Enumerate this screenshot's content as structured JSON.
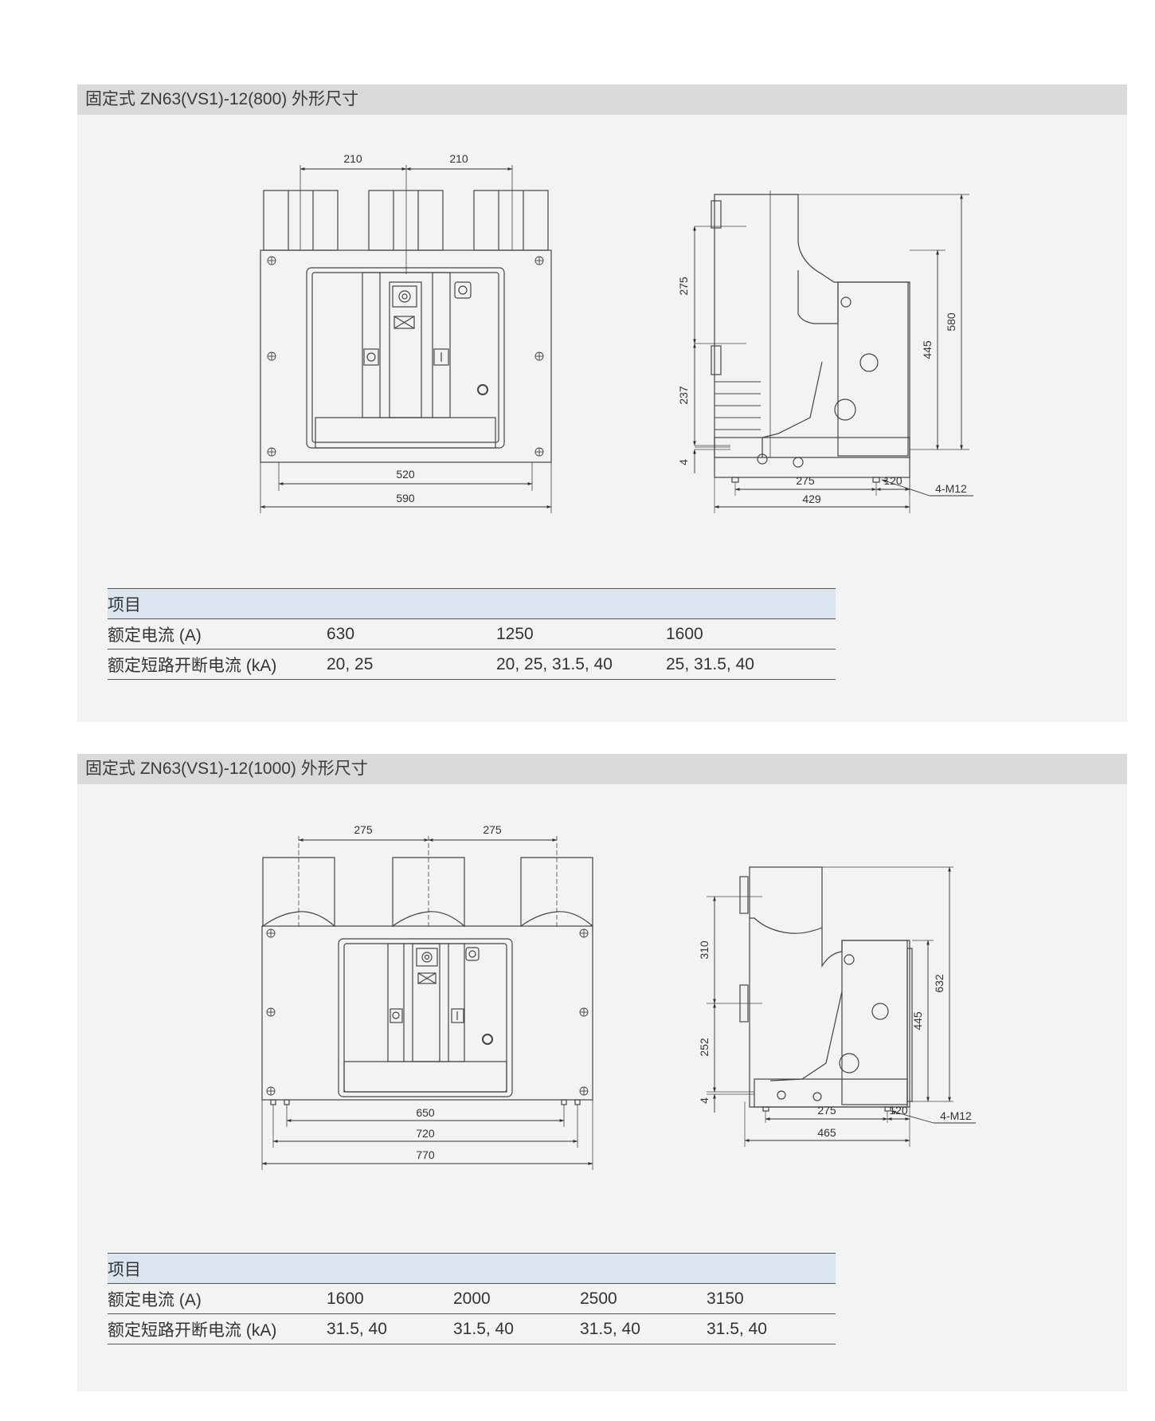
{
  "sections": [
    {
      "title": "固定式 ZN63(VS1)-12(800) 外形尺寸",
      "front": {
        "pitch_left": "210",
        "pitch_right": "210",
        "inner_width": "520",
        "outer_width": "590"
      },
      "side": {
        "upper_span": "275",
        "lower_span": "237",
        "base_offset": "4",
        "inner_height": "445",
        "overall_height": "580",
        "foot_span": "275",
        "foot_edge": "120",
        "overall_depth": "429",
        "bolt_note": "4-M12"
      },
      "table": {
        "header": "项目",
        "rows": [
          {
            "label": "额定电流 (A)",
            "values": [
              "630",
              "1250",
              "1600"
            ]
          },
          {
            "label": "额定短路开断电流 (kA)",
            "values": [
              "20, 25",
              "20, 25, 31.5, 40",
              "25, 31.5, 40"
            ]
          }
        ]
      }
    },
    {
      "title": "固定式 ZN63(VS1)-12(1000) 外形尺寸",
      "front": {
        "pitch_left": "275",
        "pitch_right": "275",
        "inner_width": "650",
        "mid_width": "720",
        "outer_width": "770"
      },
      "side": {
        "upper_span": "310",
        "lower_span": "252",
        "base_offset": "4",
        "inner_height": "445",
        "overall_height": "632",
        "foot_span": "275",
        "foot_edge": "120",
        "overall_depth": "465",
        "bolt_note": "4-M12"
      },
      "table": {
        "header": "项目",
        "rows": [
          {
            "label": "额定电流 (A)",
            "values": [
              "1600",
              "2000",
              "2500",
              "3150"
            ]
          },
          {
            "label": "额定短路开断电流 (kA)",
            "values": [
              "31.5, 40",
              "31.5, 40",
              "31.5, 40",
              "31.5, 40"
            ]
          }
        ]
      }
    }
  ]
}
